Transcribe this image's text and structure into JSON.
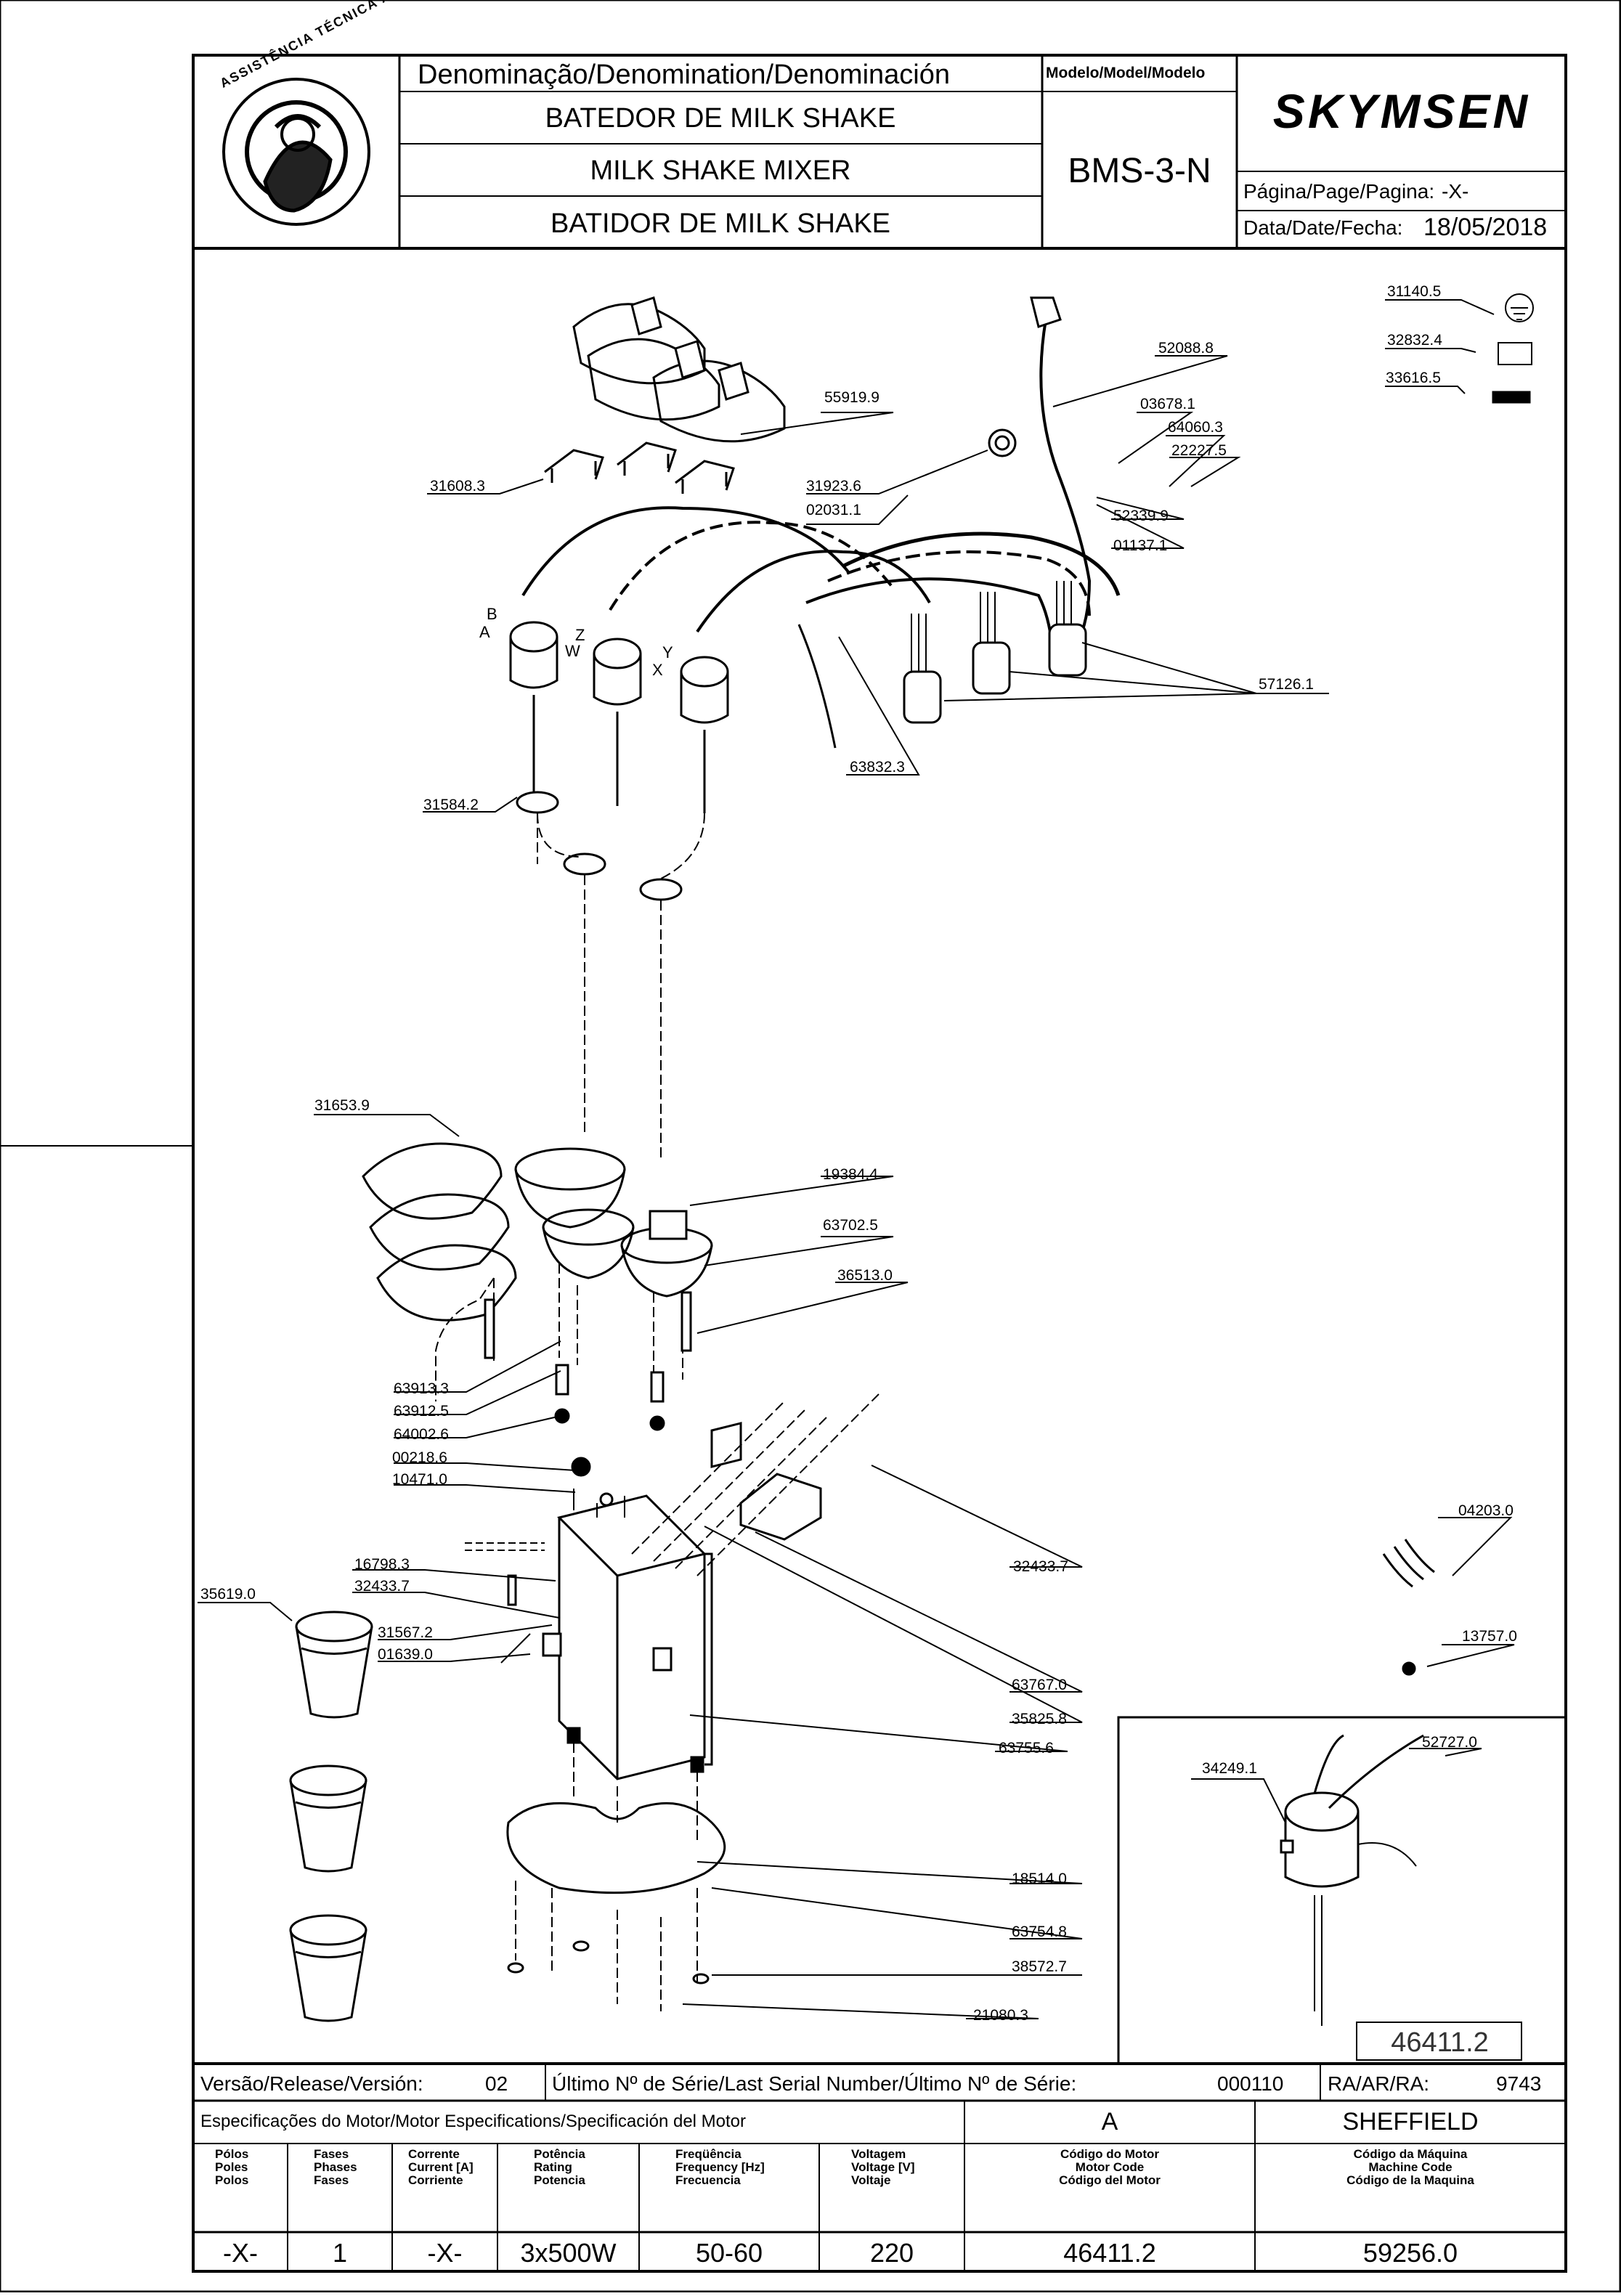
{
  "header": {
    "denomination_label": "Denominação/Denomination/Denominación",
    "names": [
      "BATEDOR DE MILK SHAKE",
      "MILK SHAKE MIXER",
      "BATIDOR DE MILK SHAKE"
    ],
    "model_label": "Modelo/Model/Modelo",
    "model": "BMS-3-N",
    "brand": "SKYMSEN",
    "page_label": "Página/Page/Pagina:",
    "page_value": "-X-",
    "date_label": "Data/Date/Fecha:",
    "date_value": "18/05/2018",
    "seal_text": "ASSISTÊNCIA TÉCNICA AUTORIZADA"
  },
  "parts": {
    "p31140_5": "31140.5",
    "p32832_4": "32832.4",
    "p33616_5": "33616.5",
    "p52088_8": "52088.8",
    "p03678_1": "03678.1",
    "p64060_3": "64060.3",
    "p22227_5": "22227.5",
    "p55919_9": "55919.9",
    "p31608_3": "31608.3",
    "p31923_6": "31923.6",
    "p02031_1": "02031.1",
    "p52339_9": "52339.9",
    "p01137_1": "01137.1",
    "p57126_1": "57126.1",
    "p63832_3": "63832.3",
    "p31584_2": "31584.2",
    "p31653_9": "31653.9",
    "p19384_4": "19384.4",
    "p63702_5": "63702.5",
    "p36513_0": "36513.0",
    "p63913_3": "63913.3",
    "p63912_5": "63912.5",
    "p64002_6": "64002.6",
    "p00218_6": "00218.6",
    "p10471_0": "10471.0",
    "p16798_3": "16798.3",
    "p32433_7a": "32433.7",
    "p35619_0": "35619.0",
    "p31567_2": "31567.2",
    "p01639_0": "01639.0",
    "p32433_7b": "32433.7",
    "p04203_0": "04203.0",
    "p13757_0": "13757.0",
    "p63767_0": "63767.0",
    "p35825_8": "35825.8",
    "p63755_6": "63755.6",
    "p18514_0": "18514.0",
    "p63754_8": "63754.8",
    "p38572_7": "38572.7",
    "p21080_3": "21080.3",
    "p34249_1": "34249.1",
    "p52727_0": "52727.0"
  },
  "wire_letters": {
    "a": "A",
    "b": "B",
    "w": "W",
    "z": "Z",
    "x": "X",
    "y": "Y"
  },
  "inset_code": "46411.2",
  "footer": {
    "version_label": "Versão/Release/Versión:",
    "version_value": "02",
    "serial_label": "Último Nº de Série/Last Serial Number/Último Nº de Série:",
    "serial_value": "000110",
    "ra_label": "RA/AR/RA:",
    "ra_value": "9743",
    "motor_spec_label": "Especificações do Motor/Motor Especifications/Specificación del Motor",
    "motor_letter": "A",
    "motor_brand": "SHEFFIELD",
    "columns": [
      [
        "Pólos",
        "Poles",
        "Polos"
      ],
      [
        "Fases",
        "Phases",
        "Fases"
      ],
      [
        "Corrente",
        "Current [A]",
        "Corriente"
      ],
      [
        "Potência",
        "Rating",
        "Potencia"
      ],
      [
        "Freqüência",
        "Frequency [Hz]",
        "Frecuencia"
      ],
      [
        "Voltagem",
        "Voltage [V]",
        "Voltaje"
      ],
      [
        "Código do Motor",
        "Motor Code",
        "Código del Motor"
      ],
      [
        "Código da Máquina",
        "Machine Code",
        "Código de la Maquina"
      ]
    ],
    "values": [
      "-X-",
      "1",
      "-X-",
      "3x500W",
      "50-60",
      "220",
      "46411.2",
      "59256.0"
    ]
  }
}
